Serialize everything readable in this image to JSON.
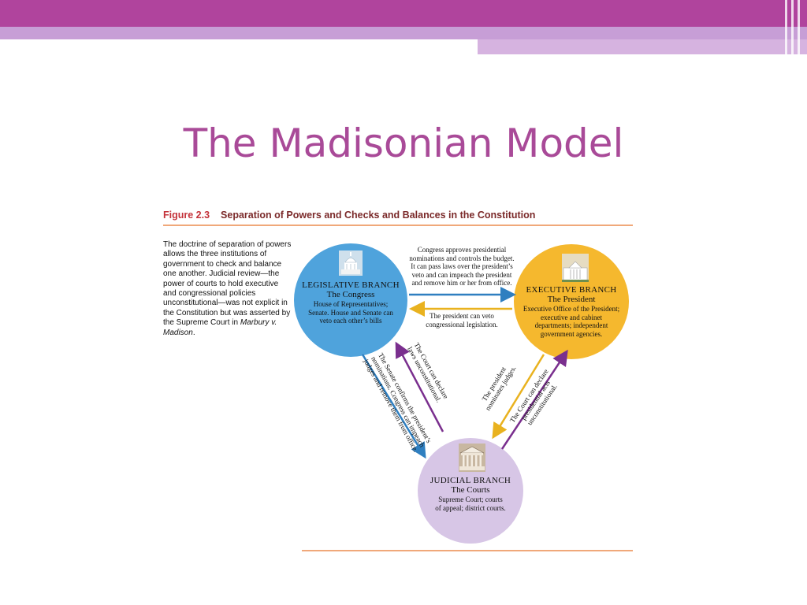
{
  "slide": {
    "title": "The Madisonian Model"
  },
  "figure": {
    "number": "Figure 2.3",
    "title": "Separation of Powers and Checks and Balances in the Constitution",
    "caption_parts": [
      "The doctrine of separation of powers allows the three institutions of government to check and balance one another. Judicial review—the power of courts to hold executive and congressional policies unconstitutional—was not explicit in the Constitution but was asserted by the Supreme Court in ",
      "Marbury v. Madison",
      "."
    ]
  },
  "branches": {
    "legislative": {
      "name": "LEGISLATIVE BRANCH",
      "subtitle": "The Congress",
      "description": "House of Representatives; Senate. House and Senate can veto each other’s bills",
      "icon": "capitol-icon",
      "color": "#4fa3dc"
    },
    "executive": {
      "name": "EXECUTIVE BRANCH",
      "subtitle": "The President",
      "description": "Executive Office of the President; executive and cabinet departments; independent government agencies.",
      "icon": "white-house-icon",
      "color": "#f5b82e"
    },
    "judicial": {
      "name": "JUDICIAL BRANCH",
      "subtitle": "The Courts",
      "description": "Supreme Court; courts of appeal; district courts.",
      "icon": "supreme-court-icon",
      "color": "#d7c6e6"
    }
  },
  "checks": {
    "congress_to_president": "Congress approves presidential nominations and controls the budget. It can pass laws over the president’s veto and can impeach the president and remove him or her from office.",
    "president_to_congress": "The president can veto congressional legislation.",
    "senate_to_courts": "The Senate confirms the president’s nominations. Congress can impeach judges and remove them from office.",
    "court_to_congress": "The Court can declare laws unconstitutional.",
    "president_to_courts": "The president nominates judges.",
    "court_to_president": "The Court can declare presidential acts unconstitutional."
  },
  "colors": {
    "title": "#a94a98",
    "header_bar": "#b0449d",
    "arrow_blue": "#2f7fc0",
    "arrow_yellow": "#e9b21f",
    "arrow_purple": "#7a2f8e"
  }
}
